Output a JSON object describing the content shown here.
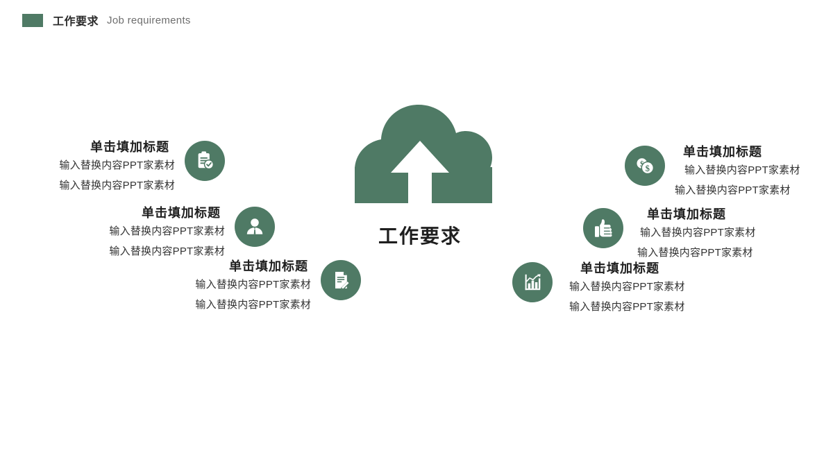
{
  "header": {
    "swatch_color": "#4f7a65",
    "title_cn": "工作要求",
    "title_en": "Job requirements"
  },
  "center": {
    "icon": "cloud-upload-icon",
    "caption": "工作要求"
  },
  "theme": {
    "accent": "#4f7a65",
    "text_dark": "#1f1f1f",
    "text_body": "#333333",
    "background": "#ffffff"
  },
  "items": [
    {
      "id": 1,
      "side": "left",
      "icon": "clipboard-check-icon",
      "title": "单击填加标题",
      "lines": [
        "输入替换内容PPT家素材",
        "输入替换内容PPT家素材"
      ]
    },
    {
      "id": 2,
      "side": "left",
      "icon": "user-person-icon",
      "title": "单击填加标题",
      "lines": [
        "输入替换内容PPT家素材",
        "输入替换内容PPT家素材"
      ]
    },
    {
      "id": 3,
      "side": "left",
      "icon": "document-pencil-icon",
      "title": "单击填加标题",
      "lines": [
        "输入替换内容PPT家素材",
        "输入替换内容PPT家素材"
      ]
    },
    {
      "id": 4,
      "side": "right",
      "icon": "money-coins-icon",
      "title": "单击填加标题",
      "lines": [
        "输入替换内容PPT家素材",
        "输入替换内容PPT家素材"
      ]
    },
    {
      "id": 5,
      "side": "right",
      "icon": "thumbs-up-icon",
      "title": "单击填加标题",
      "lines": [
        "输入替换内容PPT家素材",
        "输入替换内容PPT家素材"
      ]
    },
    {
      "id": 6,
      "side": "right",
      "icon": "bar-chart-icon",
      "title": "单击填加标题",
      "lines": [
        "输入替换内容PPT家素材",
        "输入替换内容PPT家素材"
      ]
    }
  ]
}
